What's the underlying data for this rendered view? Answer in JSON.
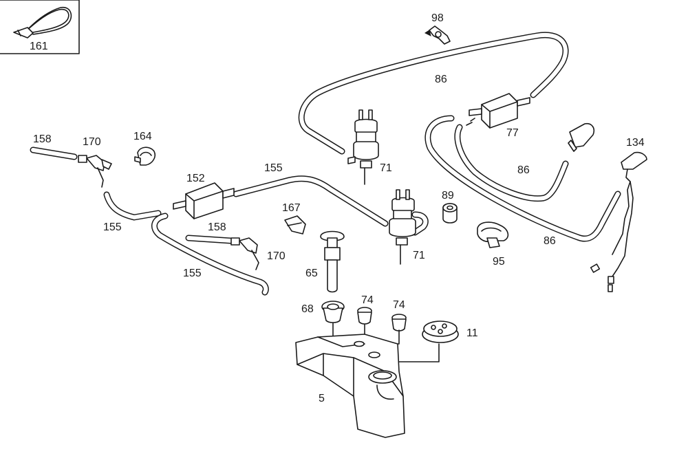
{
  "labels": {
    "l161": "161",
    "l98": "98",
    "l86a": "86",
    "l86b": "86",
    "l86c": "86",
    "l77": "77",
    "l134": "134",
    "l158a": "158",
    "l170a": "170",
    "l164": "164",
    "l152": "152",
    "l155a": "155",
    "l71a": "71",
    "l71b": "71",
    "l89": "89",
    "l167": "167",
    "l158b": "158",
    "l155b": "155",
    "l170b": "170",
    "l155c": "155",
    "l65": "65",
    "l95": "95",
    "l68": "68",
    "l74a": "74",
    "l74b": "74",
    "l11": "11",
    "l5": "5"
  }
}
